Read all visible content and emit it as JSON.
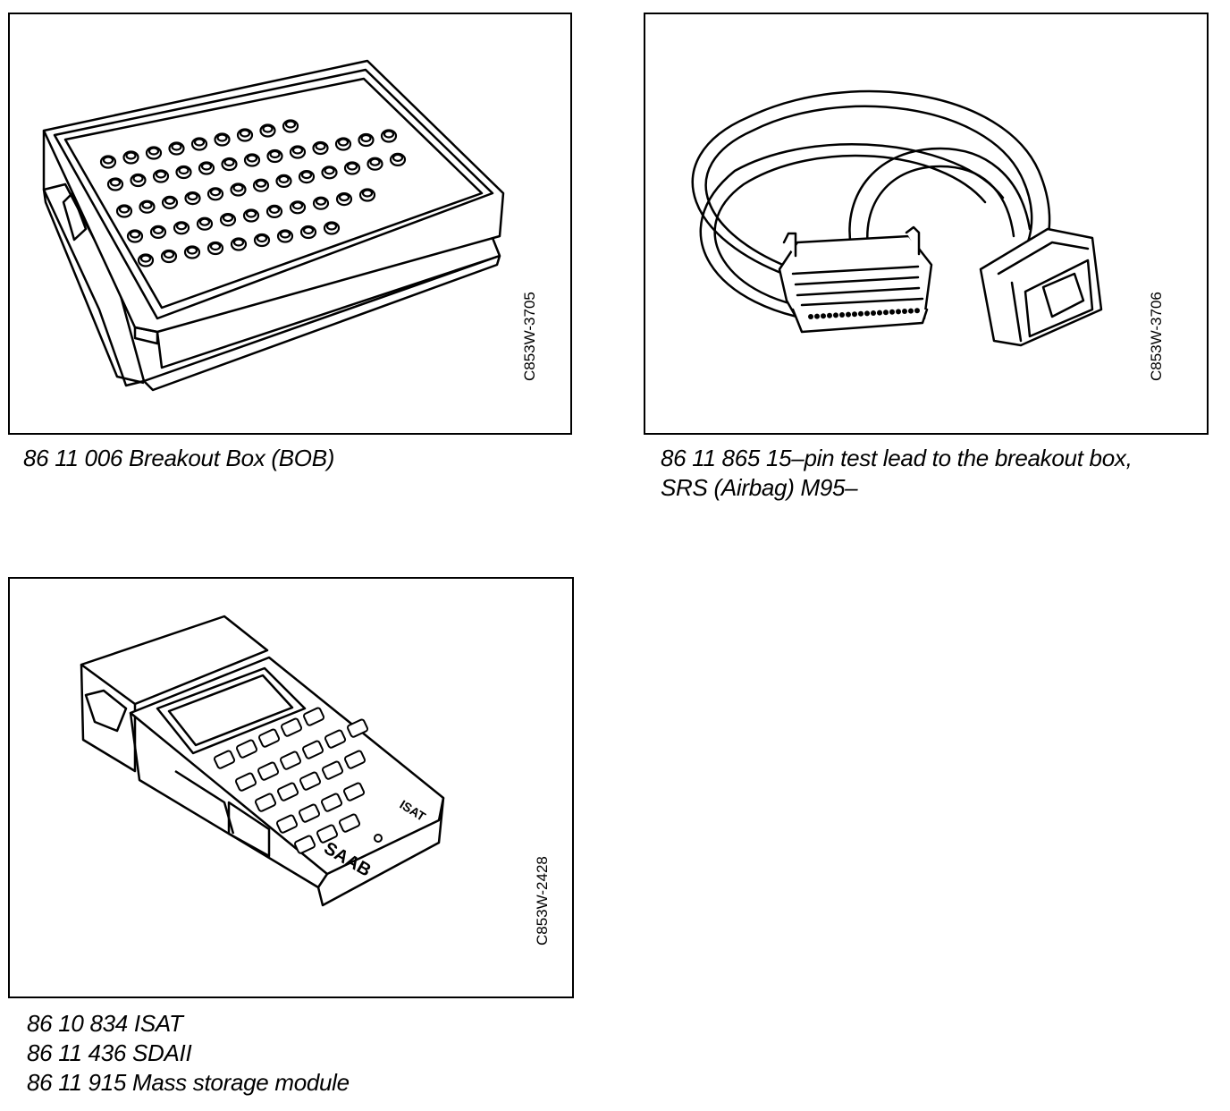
{
  "figures": [
    {
      "code": "C853W-3705",
      "caption_lines": [
        "86 11 006 Breakout Box (BOB)"
      ],
      "icon": "breakout-box-drawing"
    },
    {
      "code": "C853W-3706",
      "caption_lines": [
        "86 11 865 15–pin test lead to the breakout box,",
        "SRS (Airbag) M95–"
      ],
      "icon": "test-lead-cable-drawing"
    },
    {
      "code": "C853W-2428",
      "caption_lines": [
        "86 10 834 ISAT",
        "86 11 436 SDAII",
        "86 11 915 Mass storage module"
      ],
      "icon": "isat-handheld-drawing",
      "device_labels": {
        "brand": "SAAB",
        "model": "ISAT"
      }
    }
  ]
}
